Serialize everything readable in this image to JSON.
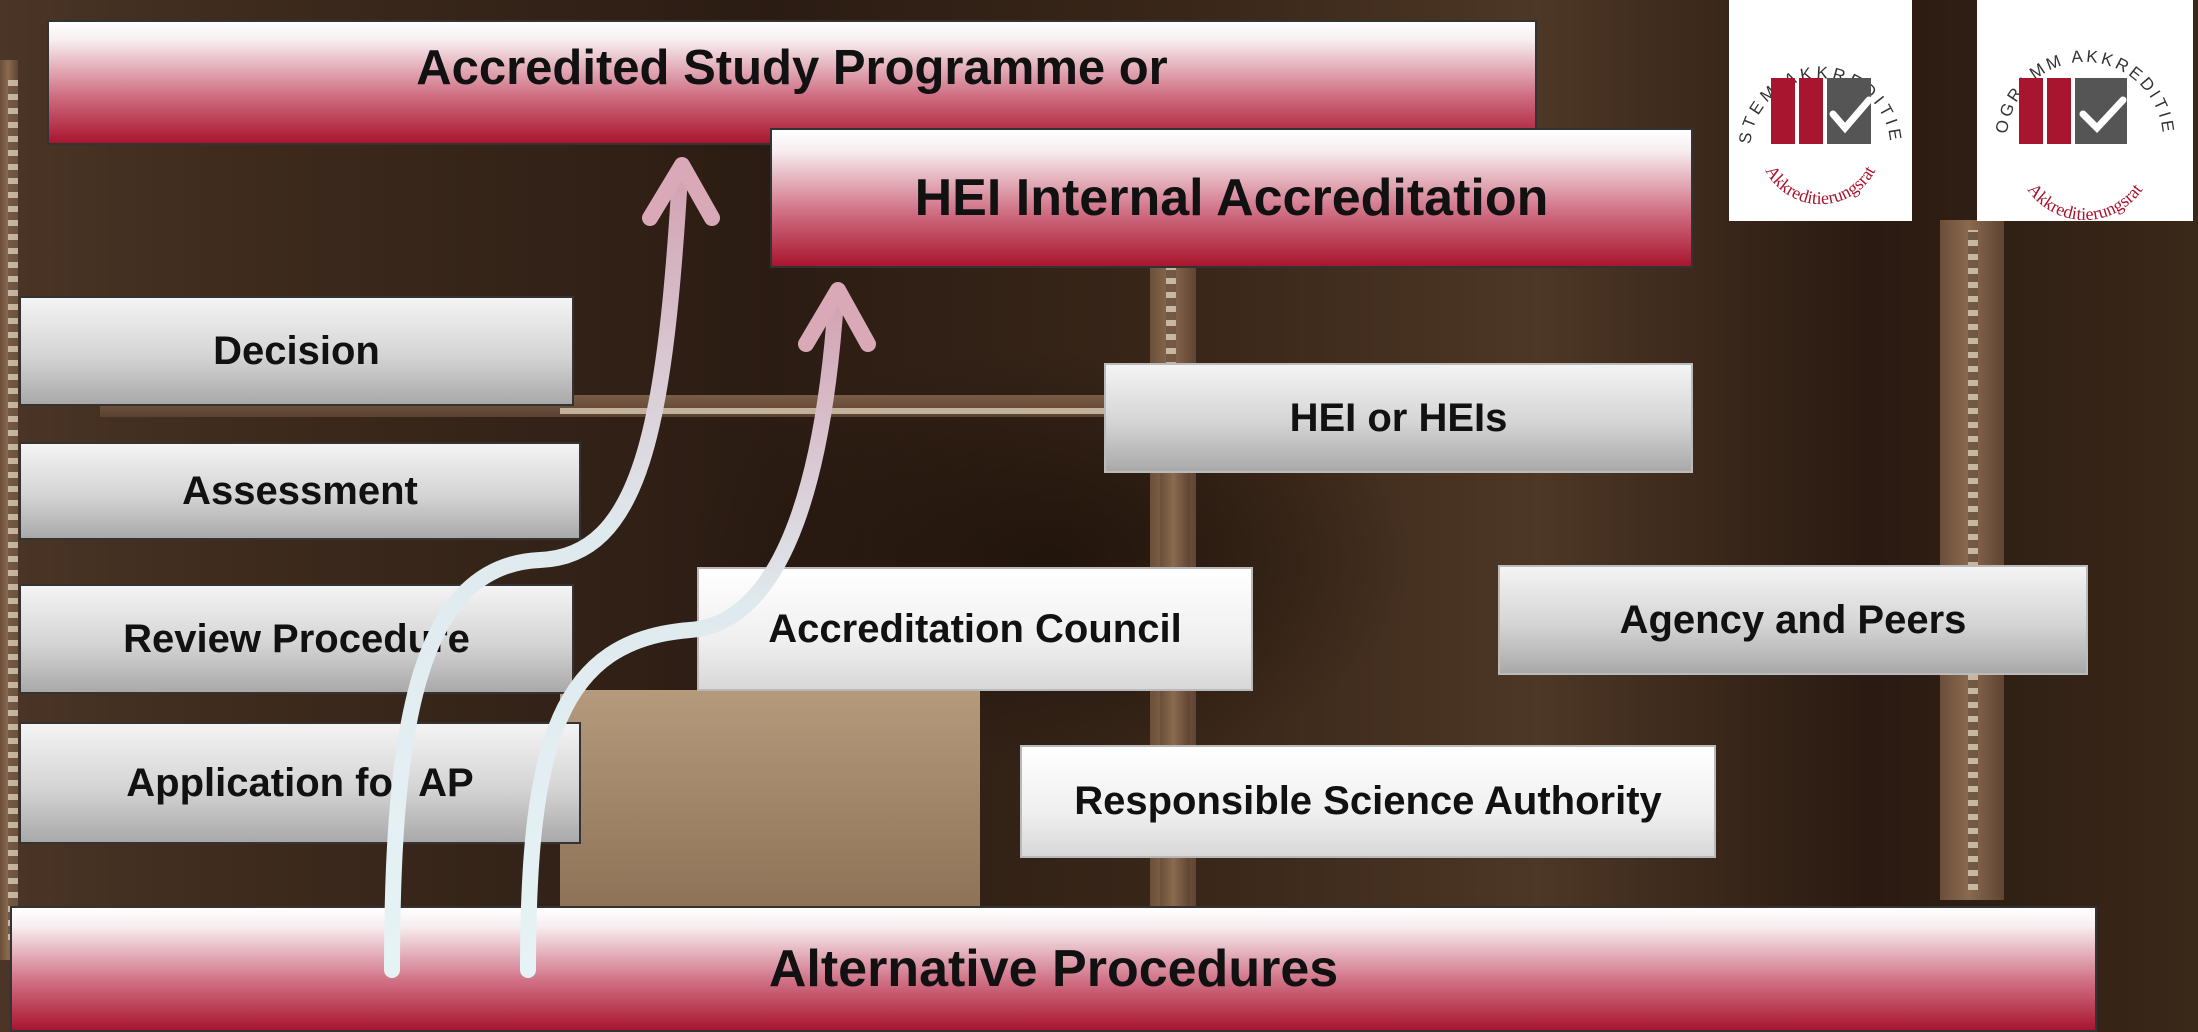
{
  "title_top": "Accredited Study Programme or",
  "title_internal": "HEI Internal Accreditation",
  "steps": {
    "decision": "Decision",
    "assessment": "Assessment",
    "review": "Review Procedure",
    "application": "Application for AP"
  },
  "actors": {
    "hei": "HEI or HEIs",
    "council": "Accreditation Council",
    "agency": "Agency and Peers",
    "authority": "Responsible Science Authority"
  },
  "footer": "Alternative Procedures",
  "seals": [
    {
      "arc_text": "SYSTEM AKKREDITIERT",
      "org_text": "Akkreditierungsrat"
    },
    {
      "arc_text": "PROGRAMM AKKREDITIERT",
      "org_text": "Akkreditierungsrat"
    }
  ],
  "colors": {
    "accent_red": "#a8152e",
    "seal_grey": "#555555"
  }
}
